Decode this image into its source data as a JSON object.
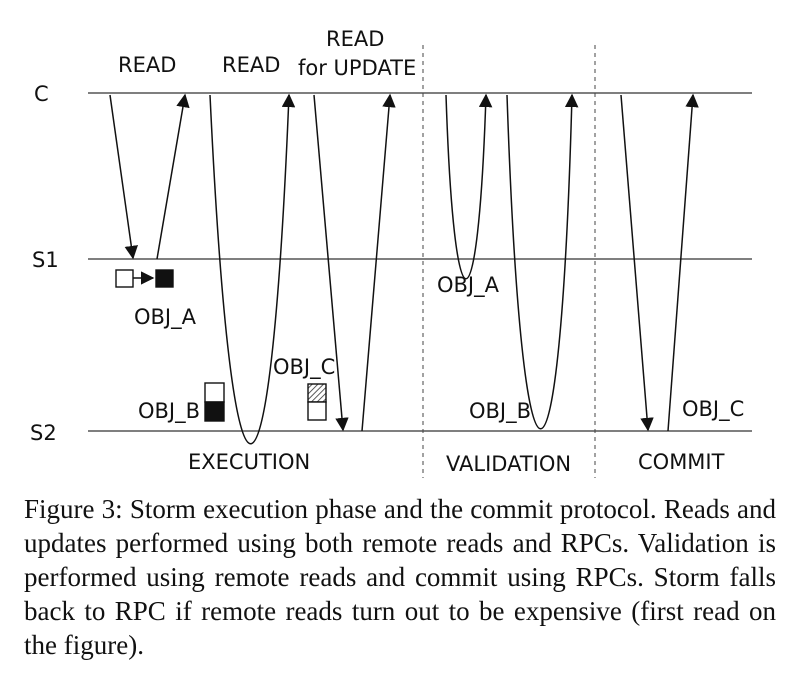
{
  "lanes": {
    "c": "C",
    "s1": "S1",
    "s2": "S2"
  },
  "ops": {
    "read1": "READ",
    "read2": "READ",
    "read_for_update": [
      "READ",
      "for UPDATE"
    ]
  },
  "objects": {
    "exec_a": "OBJ_A",
    "exec_b": "OBJ_B",
    "exec_c": "OBJ_C",
    "val_a": "OBJ_A",
    "val_b": "OBJ_B",
    "commit_c": "OBJ_C"
  },
  "phases": {
    "execution": "EXECUTION",
    "validation": "VALIDATION",
    "commit": "COMMIT"
  },
  "caption": "Figure 3:  Storm execution phase and the commit protocol. Reads and updates performed using both remote reads and RPCs. Validation is performed using remote reads and commit using RPCs. Storm falls back to RPC if remote reads turn out to be expensive (first read on the figure)."
}
